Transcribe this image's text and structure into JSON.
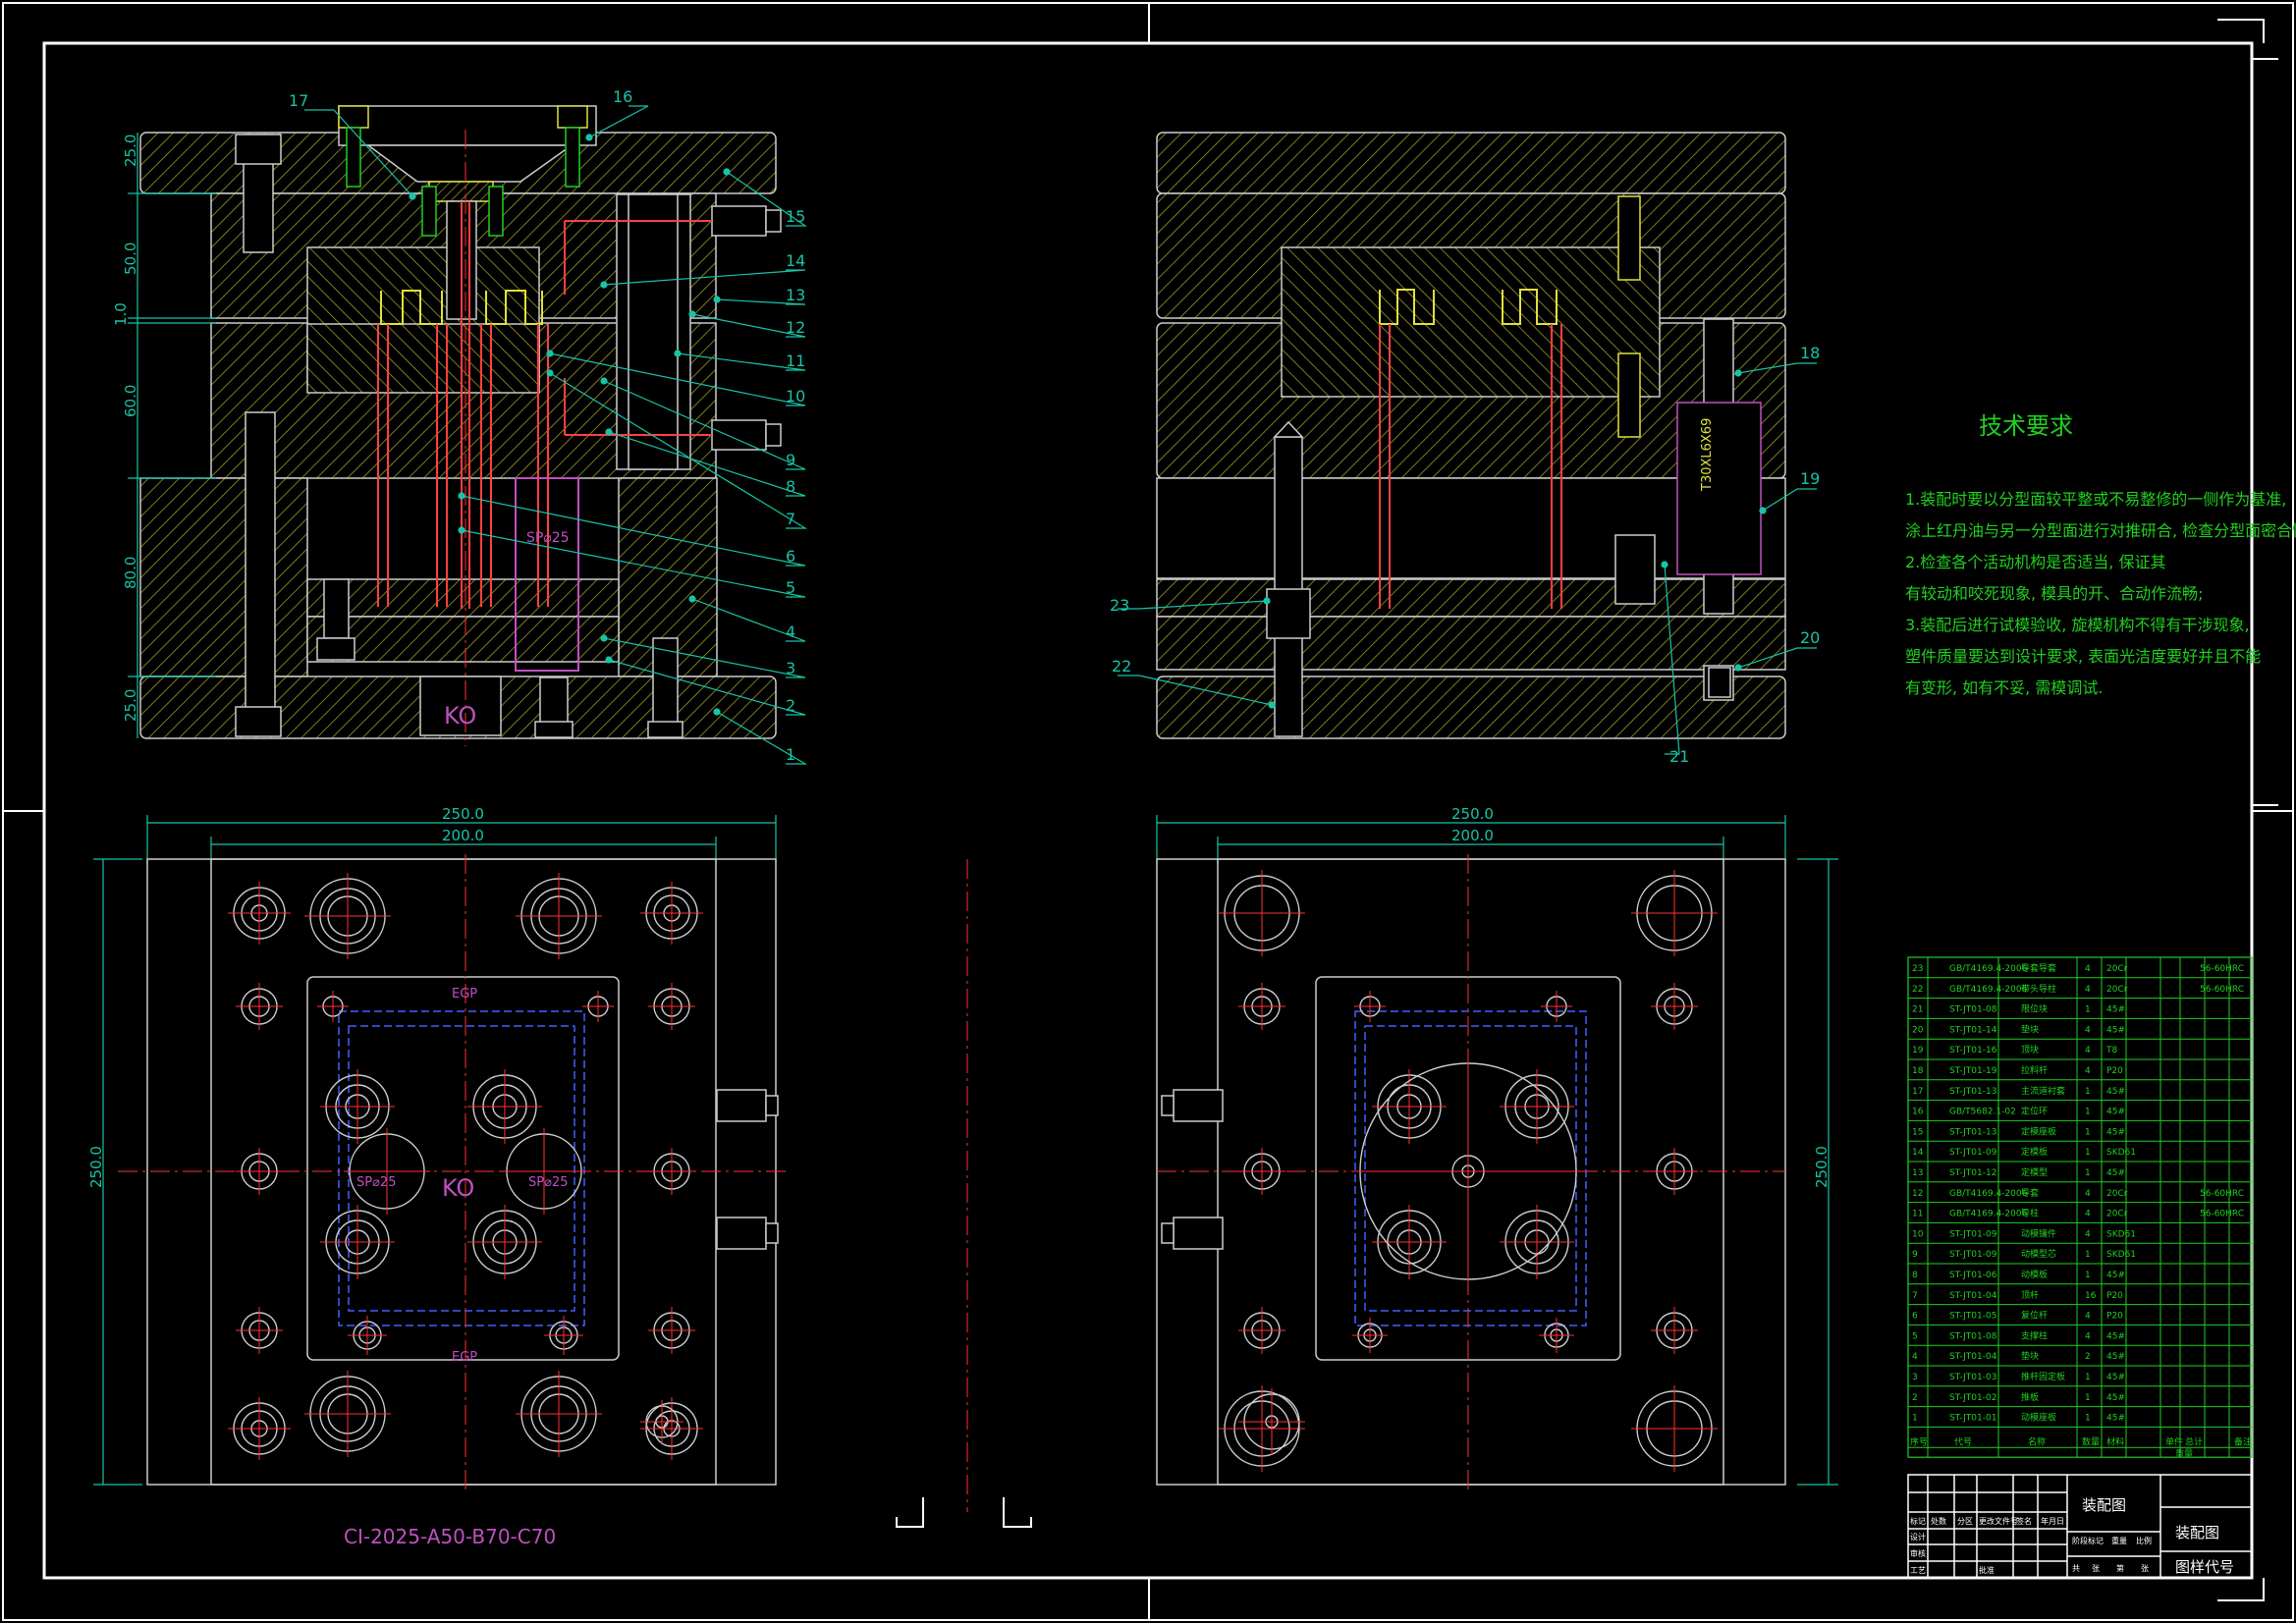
{
  "colors": {
    "background": "#000000",
    "frame": "#ffffff",
    "hatch": "#9a9a2a",
    "dim": "#17c4a8",
    "center": "#ff3030",
    "cyan": "#00e0e0",
    "green": "#20d020",
    "magenta": "#c050c0",
    "yellow": "#e0e040",
    "blue": "#4060ff"
  },
  "dimensions": {
    "left_vertical": [
      "25.0",
      "50.0",
      "1.0",
      "60.0",
      "80.0",
      "25.0"
    ],
    "plan_left": {
      "outer_w": "250.0",
      "inner_w": "200.0",
      "height": "250.0"
    },
    "plan_right": {
      "outer_w": "250.0",
      "inner_w": "200.0",
      "height": "250.0"
    }
  },
  "labels": {
    "ko": "KO",
    "sp25": "SP⌀25",
    "egp": "EGP",
    "mold_code": "CI-2025-A50-B70-C70",
    "pin_text": "T30XL6X69"
  },
  "left_leaders": [
    "17",
    "16",
    "15",
    "14",
    "13",
    "12",
    "11",
    "10",
    "9",
    "8",
    "7",
    "6",
    "5",
    "4",
    "3",
    "2",
    "1"
  ],
  "right_leaders": [
    "18",
    "19",
    "20",
    "21",
    "22",
    "23"
  ],
  "tech_req": {
    "title": "技术要求",
    "lines": [
      "1.装配时要以分型面较平整或不易整修的一侧作为基准,",
      "涂上红丹油与另一分型面进行对推研合, 检查分型面密合情况;",
      "2.检查各个活动机构是否适当, 保证其",
      "有较动和咬死现象, 模具的开、合动作流畅;",
      "3.装配后进行试模验收, 旋模机构不得有干涉现象,",
      "塑件质量要达到设计要求, 表面光洁度要好并且不能",
      "有变形, 如有不妥, 需模调试."
    ]
  },
  "bom": [
    {
      "no": "23",
      "code": "GB/T4169.4-2006",
      "name": "导套导套",
      "qty": "4",
      "mat": "20Cr",
      "note": "56-60HRC"
    },
    {
      "no": "22",
      "code": "GB/T4169.4-2006",
      "name": "带头导柱",
      "qty": "4",
      "mat": "20Cr",
      "note": "56-60HRC"
    },
    {
      "no": "21",
      "code": "ST-JT01-08",
      "name": "限位块",
      "qty": "1",
      "mat": "45#",
      "note": ""
    },
    {
      "no": "20",
      "code": "ST-JT01-14",
      "name": "垫块",
      "qty": "4",
      "mat": "45#",
      "note": ""
    },
    {
      "no": "19",
      "code": "ST-JT01-16",
      "name": "顶块",
      "qty": "4",
      "mat": "T8",
      "note": ""
    },
    {
      "no": "18",
      "code": "ST-JT01-19",
      "name": "拉料杆",
      "qty": "4",
      "mat": "P20",
      "note": ""
    },
    {
      "no": "17",
      "code": "ST-JT01-13",
      "name": "主流道衬套",
      "qty": "1",
      "mat": "45#",
      "note": ""
    },
    {
      "no": "16",
      "code": "GB/T5682.1-02",
      "name": "定位环",
      "qty": "1",
      "mat": "45#",
      "note": ""
    },
    {
      "no": "15",
      "code": "ST-JT01-13",
      "name": "定模座板",
      "qty": "1",
      "mat": "45#",
      "note": ""
    },
    {
      "no": "14",
      "code": "ST-JT01-09",
      "name": "定模板",
      "qty": "1",
      "mat": "SKD61",
      "note": ""
    },
    {
      "no": "13",
      "code": "ST-JT01-12",
      "name": "定模型",
      "qty": "1",
      "mat": "45#",
      "note": ""
    },
    {
      "no": "12",
      "code": "GB/T4169.4-2006",
      "name": "导套",
      "qty": "4",
      "mat": "20Cr",
      "note": "56-60HRC"
    },
    {
      "no": "11",
      "code": "GB/T4169.4-2006",
      "name": "导柱",
      "qty": "4",
      "mat": "20Cr",
      "note": "56-60HRC"
    },
    {
      "no": "10",
      "code": "ST-JT01-09",
      "name": "动模镶件",
      "qty": "4",
      "mat": "SKD61",
      "note": ""
    },
    {
      "no": "9",
      "code": "ST-JT01-09",
      "name": "动模型芯",
      "qty": "1",
      "mat": "SKD61",
      "note": ""
    },
    {
      "no": "8",
      "code": "ST-JT01-06",
      "name": "动模板",
      "qty": "1",
      "mat": "45#",
      "note": ""
    },
    {
      "no": "7",
      "code": "ST-JT01-04",
      "name": "顶杆",
      "qty": "16",
      "mat": "P20",
      "note": ""
    },
    {
      "no": "6",
      "code": "ST-JT01-05",
      "name": "复位杆",
      "qty": "4",
      "mat": "P20",
      "note": ""
    },
    {
      "no": "5",
      "code": "ST-JT01-08",
      "name": "支撑柱",
      "qty": "4",
      "mat": "45#",
      "note": ""
    },
    {
      "no": "4",
      "code": "ST-JT01-04",
      "name": "垫块",
      "qty": "2",
      "mat": "45#",
      "note": ""
    },
    {
      "no": "3",
      "code": "ST-JT01-03",
      "name": "推杆固定板",
      "qty": "1",
      "mat": "45#",
      "note": ""
    },
    {
      "no": "2",
      "code": "ST-JT01-02",
      "name": "推板",
      "qty": "1",
      "mat": "45#",
      "note": ""
    },
    {
      "no": "1",
      "code": "ST-JT01-01",
      "name": "动模座板",
      "qty": "1",
      "mat": "45#",
      "note": ""
    }
  ],
  "bom_header": {
    "no": "序号",
    "code": "代号",
    "name": "名称",
    "qty": "数量",
    "mat": "材料",
    "w1": "单件",
    "w2": "总计",
    "note": "备注",
    "weight": "重量"
  },
  "title_block": {
    "name": "装配图",
    "name2": "装配图",
    "drawing_code": "图样代号",
    "row_labels": [
      "标记",
      "处数",
      "分区",
      "更改文件号",
      "签名",
      "年月日"
    ],
    "stage": [
      "阶段标记",
      "重量",
      "比例"
    ],
    "sheet": [
      "共",
      "张",
      "第",
      "张"
    ],
    "roles": [
      "设计",
      "审核",
      "工艺",
      "批准"
    ]
  }
}
